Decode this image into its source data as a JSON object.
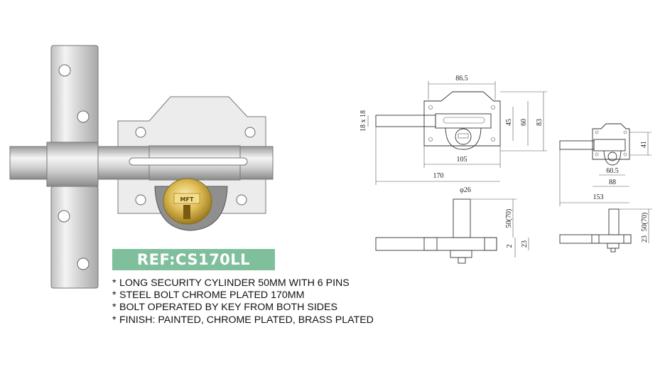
{
  "reference": "REF:CS170LL",
  "features": [
    {
      "bullet": "*",
      "text": "LONG SECURITY CYLINDER 50MM WITH 6 PINS"
    },
    {
      "bullet": "*",
      "text": "STEEL BOLT CHROME PLATED 170MM"
    },
    {
      "bullet": "*",
      "text": "BOLT OPERATED BY KEY FROM BOTH SIDES"
    },
    {
      "bullet": "*",
      "text": "FINISH: PAINTED, CHROME PLATED, BRASS PLATED"
    }
  ],
  "cylinder_logo": "MFT",
  "dimensions": {
    "d_86_5": "86.5",
    "d_18x18": "18 x 18",
    "d_45": "45",
    "d_60": "60",
    "d_83": "83",
    "d_105": "105",
    "d_170": "170",
    "d_26": "φ26",
    "d_50_70_left": "50(70)",
    "d_2": "2",
    "d_23_left": "23",
    "d_41": "41",
    "d_60_5": "60.5",
    "d_88": "88",
    "d_153": "153",
    "d_50_70_right": "50(70)",
    "d_23_right": "23"
  },
  "colors": {
    "badge": "#7fbf9b",
    "chrome": "#dcdcdc",
    "brass": "#d9b84a"
  }
}
